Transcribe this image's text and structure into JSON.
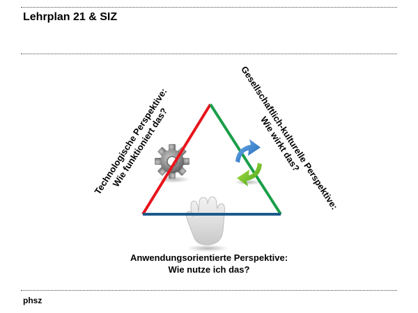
{
  "header": {
    "title": "Lehrplan 21 & SIZ"
  },
  "footer": {
    "label": "phsz"
  },
  "diagram": {
    "left_side": {
      "line1": "Technologische Perspektive:",
      "line2": "Wie funktioniert das?",
      "color": "#e8131b",
      "icon": "gear-icon"
    },
    "right_side": {
      "line1": "Gesellschaftlich-kulturelle Perspektive:",
      "line2": "Wie wirkt das?",
      "color": "#1a9e4a",
      "icon": "cycle-arrows-icon"
    },
    "bottom_side": {
      "line1": "Anwendungsorientierte Perspektive:",
      "line2": "Wie nutze ich das?",
      "color": "#1c5a8c",
      "icon": "hand-icon"
    }
  }
}
